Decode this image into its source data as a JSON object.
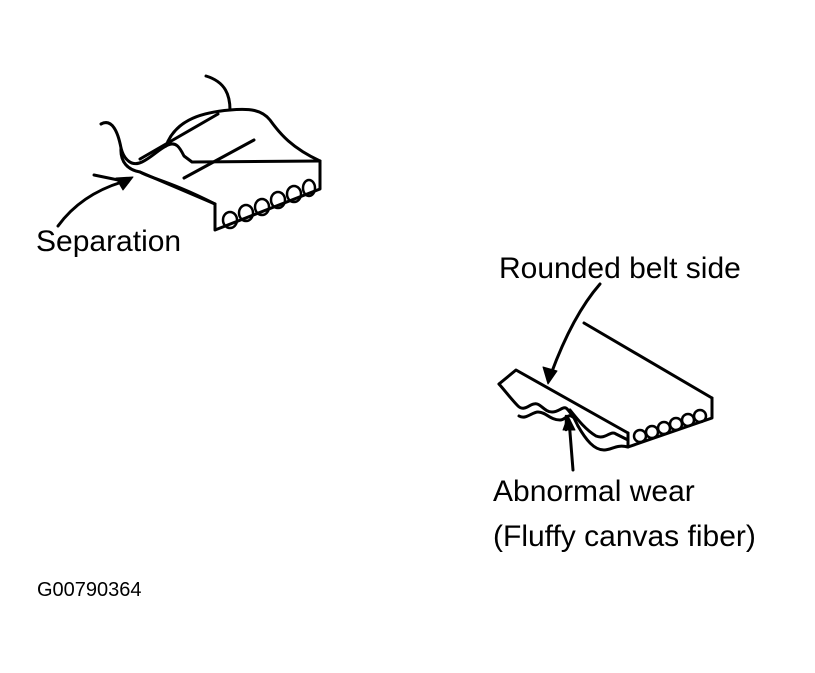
{
  "labels": {
    "separation": "Separation",
    "rounded_belt_side": "Rounded belt side",
    "abnormal_wear": "Abnormal wear",
    "fluffy_canvas_fiber": "(Fluffy canvas fiber)"
  },
  "figure_code": "G00790364",
  "colors": {
    "ink": "#000000",
    "background": "#ffffff"
  }
}
